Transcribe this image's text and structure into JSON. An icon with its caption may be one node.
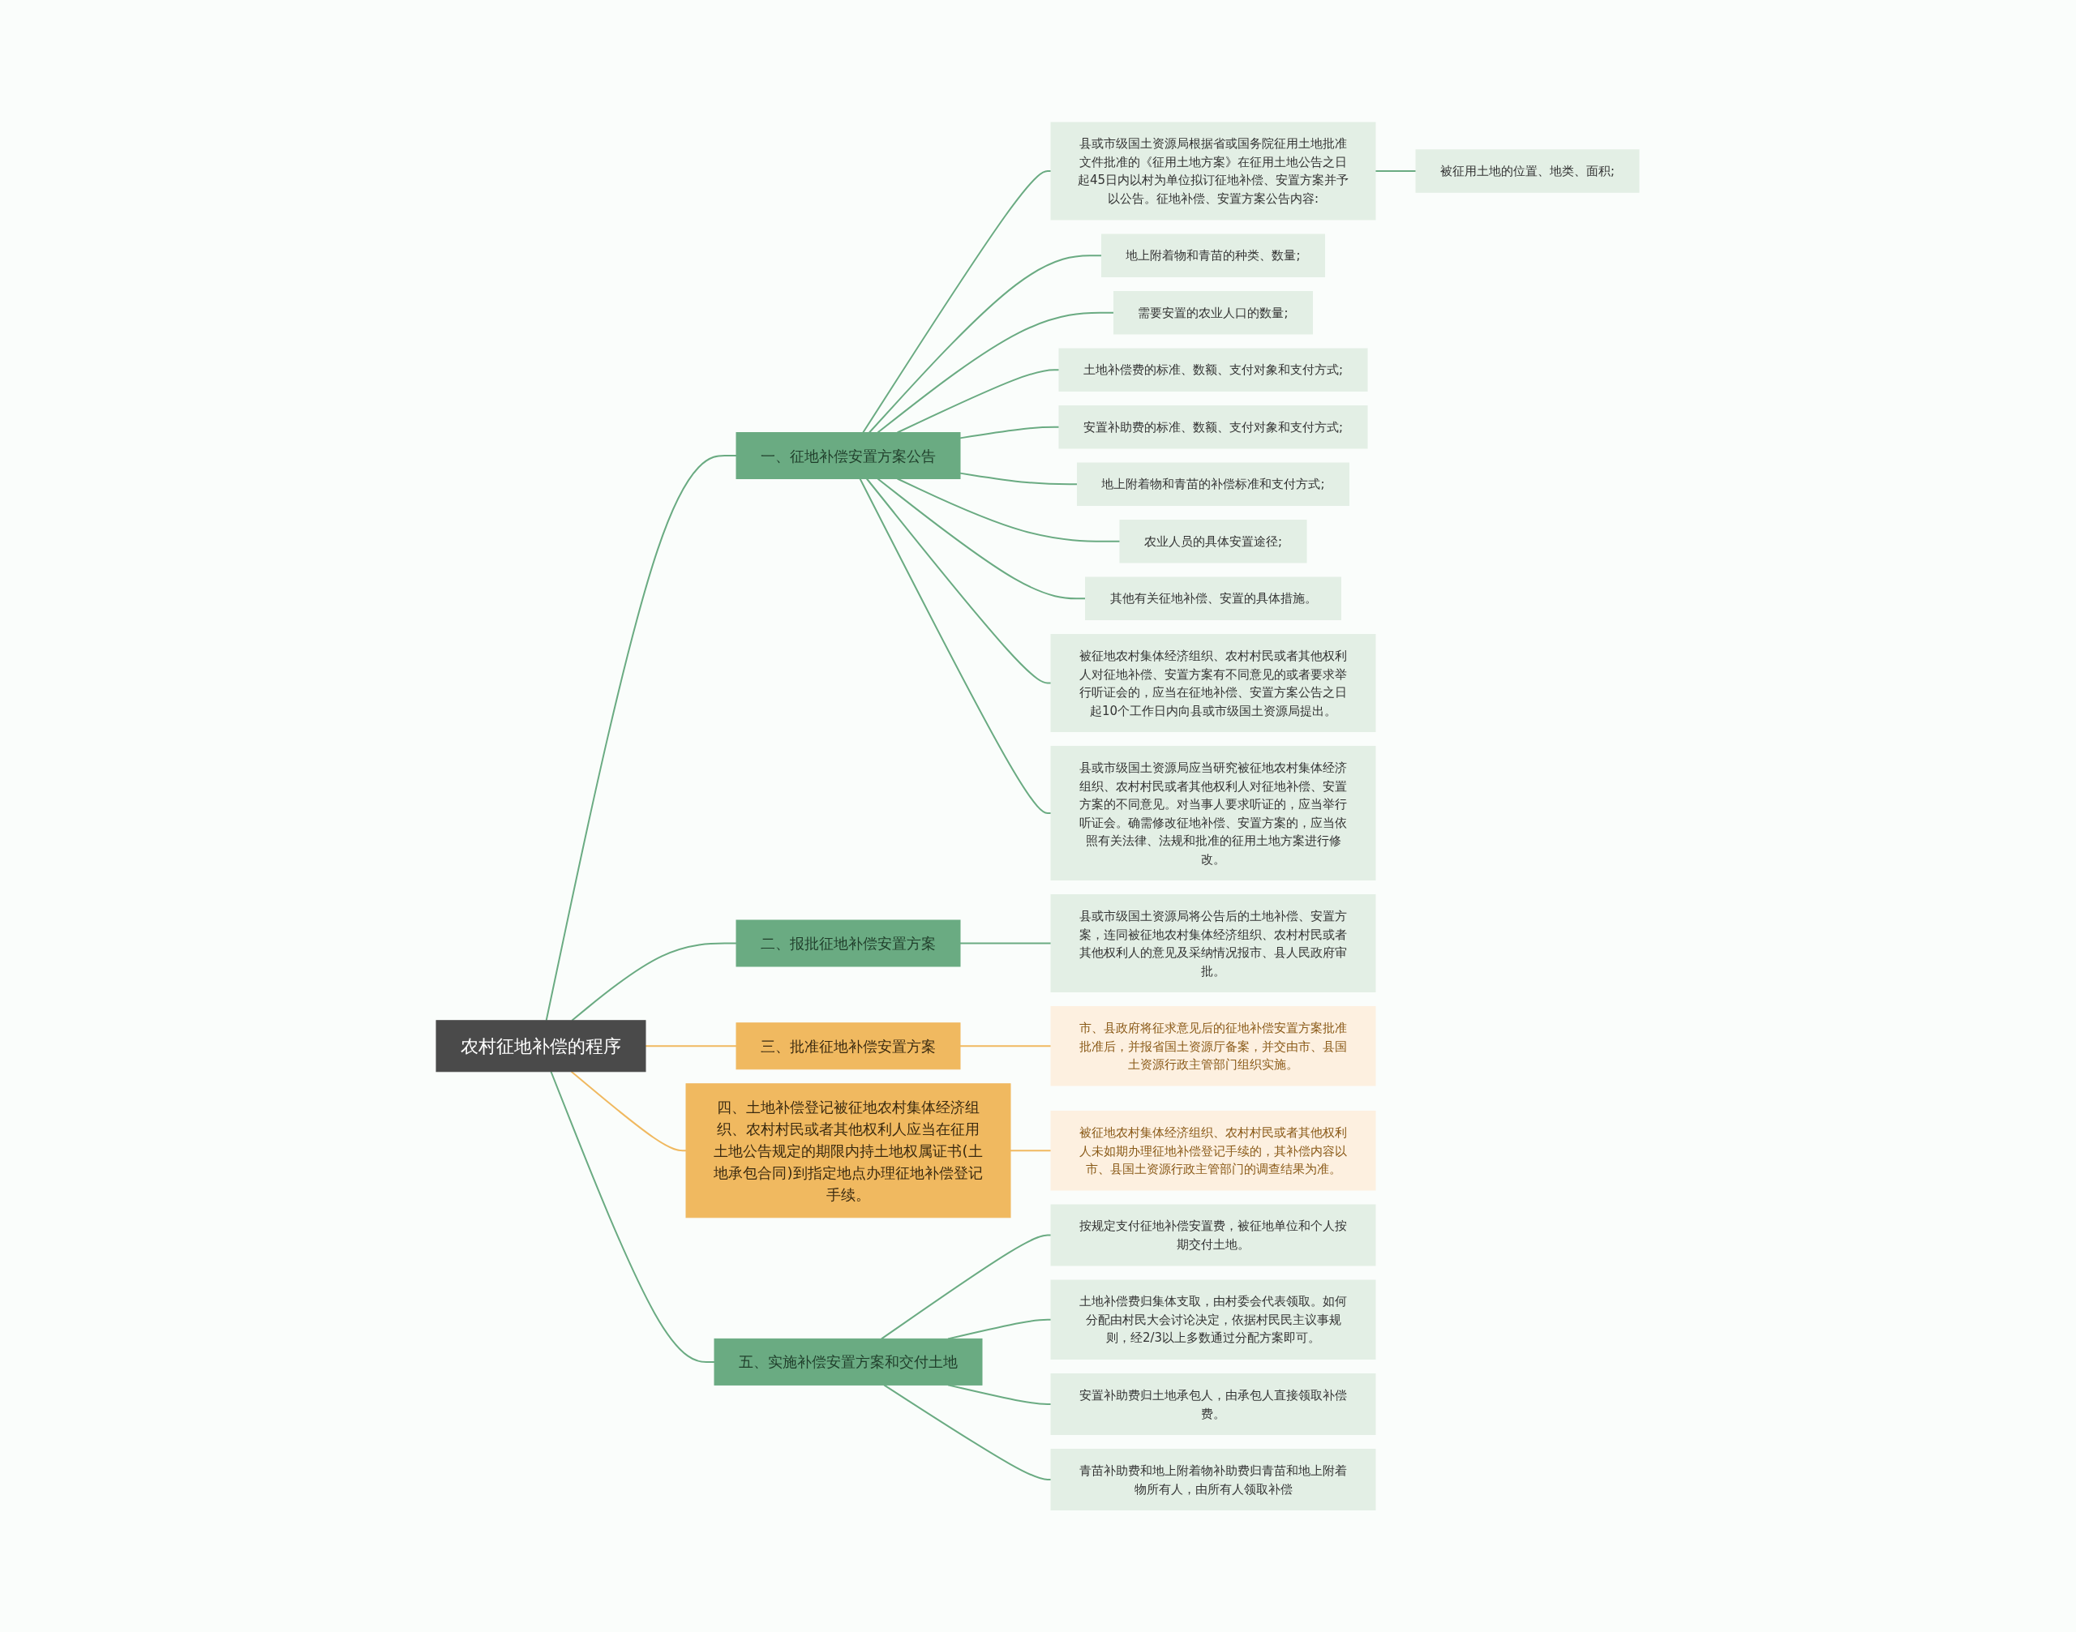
{
  "diagram": {
    "nodes": [
      {
        "text": [
          "农村征地补偿的程序"
        ]
      },
      {
        "text": [
          "一、征地补偿安置方案公告"
        ]
      },
      {
        "text": [
          "县或市级国土资源局根据省或国务院征用土地批准文件批准的《征用土地方案》在征用土地公告之日起45日内以村为单位拟订征地补偿、安置方案并予以公告。征地补偿、安置方案公告内容:"
        ]
      },
      {
        "text": [
          "被征用土地的位置、地类、面积;"
        ]
      },
      {
        "text": [
          "地上附着物和青苗的种类、数量;"
        ]
      },
      {
        "text": [
          "需要安置的农业人口的数量;"
        ]
      },
      {
        "text": [
          "土地补偿费的标准、数额、支付对象和支付方式;"
        ]
      },
      {
        "text": [
          "安置补助费的标准、数额、支付对象和支付方式;"
        ]
      },
      {
        "text": [
          "地上附着物和青苗的补偿标准和支付方式;"
        ]
      },
      {
        "text": [
          "农业人员的具体安置途径;"
        ]
      },
      {
        "text": [
          "其他有关征地补偿、安置的具体措施。"
        ]
      },
      {
        "text": [
          "被征地农村集体经济组织、农村村民或者其他权利人对征地补偿、安置方案有不同意见的或者要求举行听证会的，应当在征地补偿、安置方案公告之日起10个工作日内向县或市级国土资源局提出。"
        ]
      },
      {
        "text": [
          "县或市级国土资源局应当研究被征地农村集体经济组织、农村村民或者其他权利人对征地补偿、安置方案的不同意见。对当事人要求听证的，应当举行听证会。确需修改征地补偿、安置方案的，应当依照有关法律、法规和批准的征用土地方案进行修改。"
        ]
      },
      {
        "text": [
          "二、报批征地补偿安置方案"
        ]
      },
      {
        "text": [
          "县或市级国土资源局将公告后的土地补偿、安置方案，连同被征地农村集体经济组织、农村村民或者其他权利人的意见及采纳情况报市、县人民政府审批。"
        ]
      },
      {
        "text": [
          "三、批准征地补偿安置方案"
        ]
      },
      {
        "text": [
          "市、县政府将征求意见后的征地补偿安置方案批准批准后，并报省国土资源厅备案，并交由市、县国土资源行政主管部门组织实施。"
        ]
      },
      {
        "text": [
          "四、土地补偿登记被征地农村集体经济组织、农村村民或者其他权利人应当在征用土地公告规定的期限内持土地权属证书(土地承包合同)到指定地点办理征地补偿登记手续。"
        ]
      },
      {
        "text": [
          "被征地农村集体经济组织、农村村民或者其他权利人未如期办理征地补偿登记手续的，其补偿内容以市、县国土资源行政主管部门的调查结果为准。"
        ]
      },
      {
        "text": [
          "五、实施补偿安置方案和交付土地"
        ]
      },
      {
        "text": [
          "按规定支付征地补偿安置费，被征地单位和个人按期交付土地。"
        ]
      },
      {
        "text": [
          "土地补偿费归集体支取，由村委会代表领取。如何分配由村民大会讨论决定，依据村民民主议事规则，经2/3以上多数通过分配方案即可。"
        ]
      },
      {
        "text": [
          "安置补助费归土地承包人，由承包人直接领取补偿费。"
        ]
      },
      {
        "text": [
          "青苗补助费和地上附着物补助费归青苗和地上附着物所有人，由所有人领取补偿"
        ]
      }
    ],
    "edges": [
      {
        "from": 0,
        "to": 1,
        "arrow": "none"
      },
      {
        "from": 1,
        "to": 2,
        "arrow": "none"
      },
      {
        "from": 2,
        "to": 3,
        "arrow": "none"
      },
      {
        "from": 1,
        "to": 4,
        "arrow": "none"
      },
      {
        "from": 1,
        "to": 5,
        "arrow": "none"
      },
      {
        "from": 1,
        "to": 6,
        "arrow": "none"
      },
      {
        "from": 1,
        "to": 7,
        "arrow": "none"
      },
      {
        "from": 1,
        "to": 8,
        "arrow": "none"
      },
      {
        "from": 1,
        "to": 9,
        "arrow": "none"
      },
      {
        "from": 1,
        "to": 10,
        "arrow": "none"
      },
      {
        "from": 1,
        "to": 11,
        "arrow": "none"
      },
      {
        "from": 1,
        "to": 12,
        "arrow": "none"
      },
      {
        "from": 0,
        "to": 13,
        "arrow": "none"
      },
      {
        "from": 13,
        "to": 14,
        "arrow": "none"
      },
      {
        "from": 0,
        "to": 15,
        "arrow": "none",
        "color": "#f0b960"
      },
      {
        "from": 15,
        "to": 16,
        "arrow": "none",
        "color": "#f0b960"
      },
      {
        "from": 0,
        "to": 17,
        "arrow": "none",
        "color": "#f0b960"
      },
      {
        "from": 17,
        "to": 18,
        "arrow": "none",
        "color": "#f0b960"
      },
      {
        "from": 0,
        "to": 19,
        "arrow": "none"
      },
      {
        "from": 19,
        "to": 20,
        "arrow": "none"
      },
      {
        "from": 19,
        "to": 21,
        "arrow": "none"
      },
      {
        "from": 19,
        "to": 22,
        "arrow": "none"
      },
      {
        "from": 19,
        "to": 23,
        "arrow": "none"
      }
    ]
  }
}
